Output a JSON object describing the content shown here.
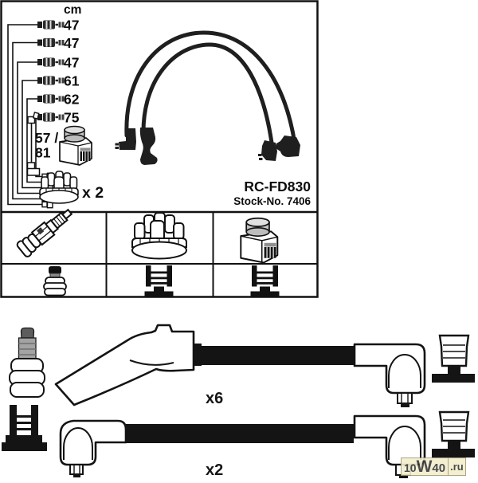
{
  "product": {
    "part_number": "RC-FD830",
    "stock_no": "Stock-No. 7406"
  },
  "labels": {
    "unit": "cm",
    "dist_qty": "x 2",
    "coil_len_top": "57 /",
    "coil_len_bottom": "81",
    "qty6": "x6",
    "qty2": "x2"
  },
  "lengths": [
    "47",
    "47",
    "47",
    "61",
    "62",
    "75"
  ],
  "table": {
    "columns": 3,
    "rows": 2,
    "row1_icons": [
      "spark-plug",
      "distributor-cap",
      "ignition-coil"
    ],
    "row2_icons": [
      "plug-terminal-nut",
      "wire-terminal",
      "wire-terminal"
    ]
  },
  "watermark": {
    "p1": "10",
    "p2": "W",
    "p3": "40",
    "tld": ".ru",
    "bg": "#f2eecd"
  },
  "colors": {
    "line": "#111111",
    "background": "#ffffff",
    "boot_gray": "#a3a3a3",
    "cap_gray": "#5d5d5d",
    "watermark_bg": "#f2eecd"
  }
}
